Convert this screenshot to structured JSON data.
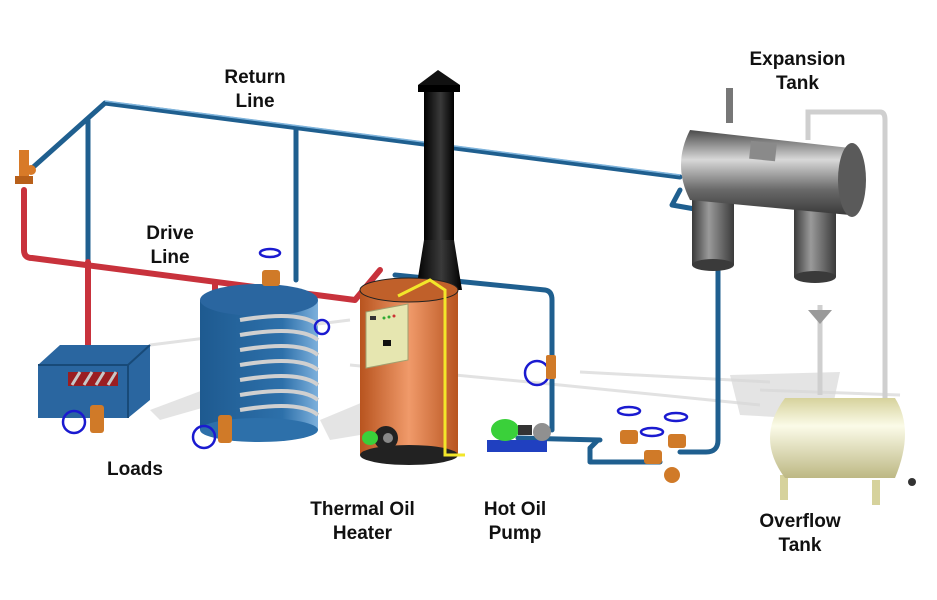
{
  "diagram": {
    "title": "Thermal Oil Heating System",
    "labels": {
      "return_line": [
        "Return",
        "Line"
      ],
      "drive_line": [
        "Drive",
        "Line"
      ],
      "expansion_tank": [
        "Expansion",
        "Tank"
      ],
      "loads": [
        "Loads"
      ],
      "thermal_oil_heater": [
        "Thermal Oil",
        "Heater"
      ],
      "hot_oil_pump": [
        "Hot Oil",
        "Pump"
      ],
      "overflow_tank": [
        "Overflow",
        "Tank"
      ]
    },
    "colors": {
      "return_pipe": "#1f5f8f",
      "drive_pipe": "#c8323c",
      "heater_body": "#d8703a",
      "stack": "#111111",
      "expansion_tank": "#6a6a6a",
      "overflow_tank": "#e6e2b8",
      "load_box": "#2a66a0",
      "valve_handwheel": "#1a1ad0",
      "valve_body": "#d07a28",
      "pump_motor": "#3ad03a",
      "pump_base": "#2040c0",
      "control_panel": "#e6e6b0",
      "level_pipe": "#cfcfcf"
    }
  }
}
